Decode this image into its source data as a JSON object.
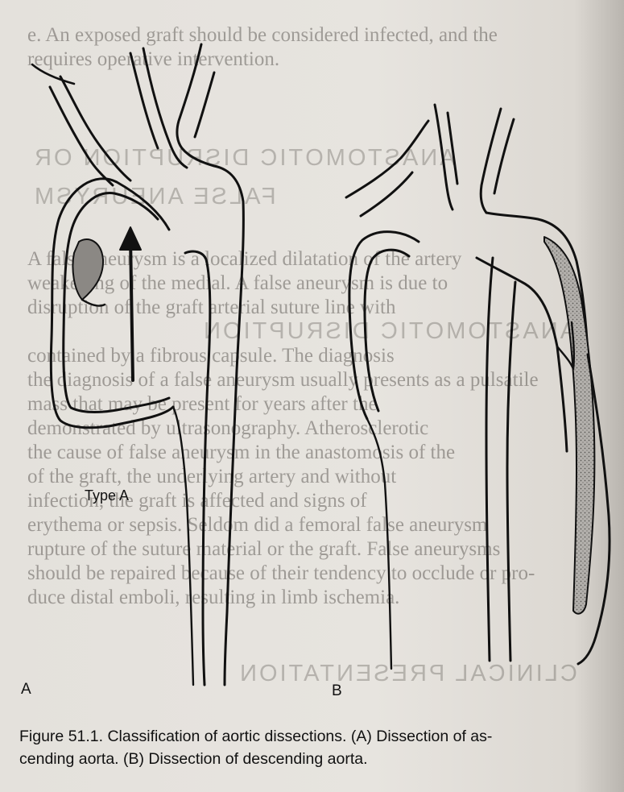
{
  "figure": {
    "label_a": "A",
    "label_b": "B",
    "type_label": "Type A",
    "caption_line1": "Figure 51.1.   Classification of aortic dissections. (A) Dissection of as-",
    "caption_line2": "cending aorta. (B) Dissection of descending aorta."
  },
  "bleedthrough": {
    "lines": [
      "e. An exposed graft should be considered infected, and the",
      "requires operative intervention.",
      "A false aneurysm is a localized dilatation of the artery",
      "weakening of the medial. A false aneurysm is due to",
      "disruption of the graft arterial suture line with",
      "contained by a fibrous capsule. The diagnosis",
      "the diagnosis of a false aneurysm usually presents as a pulsatile",
      "mass that may be present for years after the",
      "demonstrated by ultrasonography. Atherosclerotic",
      "the cause of false aneurysm in the anastomosis of the",
      "of the graft, the underlying artery and without",
      "infection, the graft is affected and signs of",
      "erythema or sepsis. Seldom did a femoral false aneurysm",
      "rupture of the suture material or the graft. False aneurysms",
      "should be repaired because of their tendency to occlude or pro-",
      "duce distal emboli, resulting in limb ischemia."
    ],
    "mirrored_headings": [
      "ANASTOMOTIC DISRUPTION OR",
      "FALSE ANEURYSM",
      "ANASTOMOTIC DISRUPTION",
      "CLINICAL PRESENTATION"
    ]
  }
}
